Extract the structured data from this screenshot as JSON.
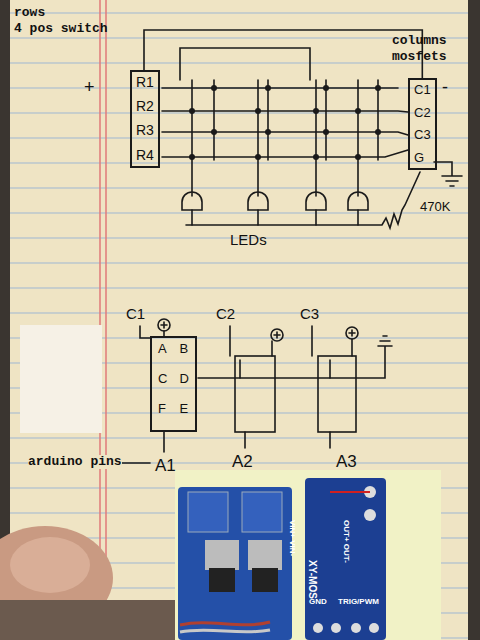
{
  "diagram": {
    "nodes": [
      {
        "text": [
          "R1",
          "R2",
          "R3",
          "R4"
        ]
      },
      {
        "text": [
          "C1",
          "C2",
          "C3",
          "G"
        ]
      },
      {
        "text": [
          "A",
          "B",
          "C",
          "D",
          "F",
          "E"
        ]
      }
    ],
    "edges": [
      {
        "from": 0,
        "to": 1,
        "arrow": "none"
      }
    ],
    "labels": [
      "rows",
      "4 pos switch",
      "columns",
      "mosfets",
      "+",
      "-",
      "470K",
      "LEDs",
      "C1",
      "C2",
      "C3",
      "arduino pins",
      "A1",
      "A2",
      "A3",
      "GND",
      "TRIG/PWM",
      "XY-MOS",
      "VIN+ VIN-",
      "OUT+ OUT-"
    ]
  }
}
